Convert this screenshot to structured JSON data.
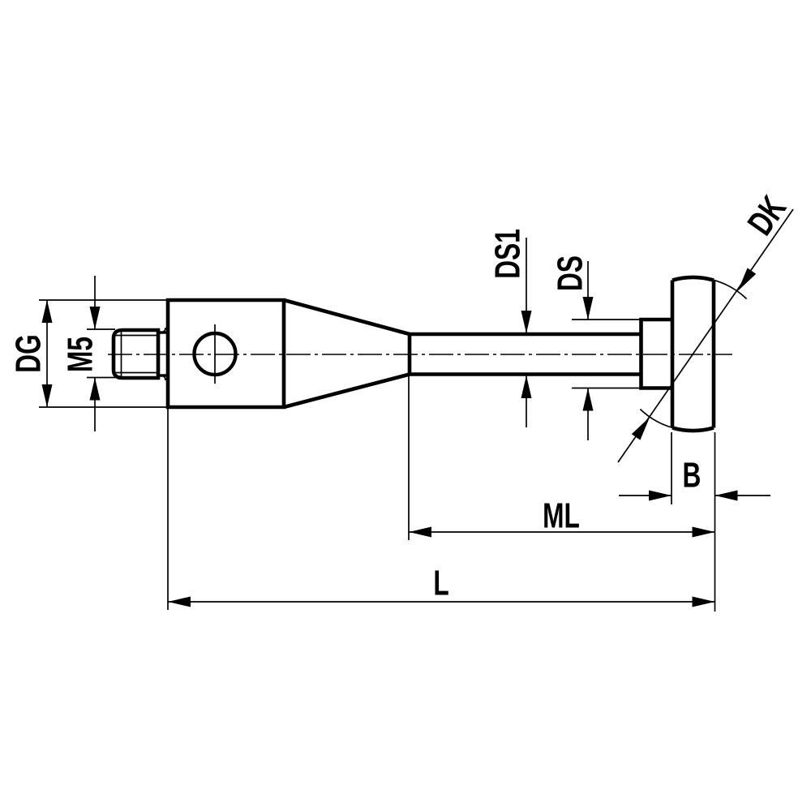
{
  "drawing": {
    "kind": "technical-dimension-drawing",
    "colors": {
      "line": "#000000",
      "background": "#ffffff"
    },
    "labels": {
      "dg": "DG",
      "m5": "M5",
      "ds1": "DS1",
      "ds": "DS",
      "dk": "DK",
      "b": "B",
      "ml": "ML",
      "l": "L"
    }
  }
}
